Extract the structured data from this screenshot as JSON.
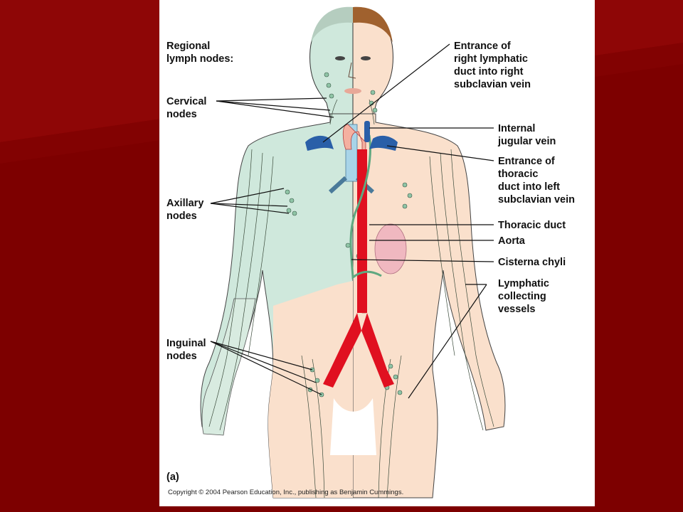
{
  "labels": {
    "regional": "Regional\nlymph nodes:",
    "cervical": "Cervical\nnodes",
    "axillary": "Axillary\nnodes",
    "inguinal": "Inguinal\nnodes",
    "right_duct": "Entrance of\nright lymphatic\nduct into right\nsubclavian vein",
    "jugular": "Internal\njugular vein",
    "thoracic_entrance": "Entrance of\nthoracic\nduct into left\nsubclavian vein",
    "thoracic_duct": "Thoracic duct",
    "aorta": "Aorta",
    "cisterna": "Cisterna chyli",
    "lymphatic_vessels": "Lymphatic\ncollecting\nvessels"
  },
  "panel_letter": "(a)",
  "copyright": "Copyright © 2004 Pearson Education, Inc., publishing as Benjamin Cummings.",
  "colors": {
    "slide_bg": "#7d0000",
    "lymph_side": "#cfe8dc",
    "skin": "#fae0cc",
    "aorta": "#e01020",
    "vein": "#2a5fa8",
    "trachea": "#a8d4e8",
    "node": "#8fc4a6"
  }
}
